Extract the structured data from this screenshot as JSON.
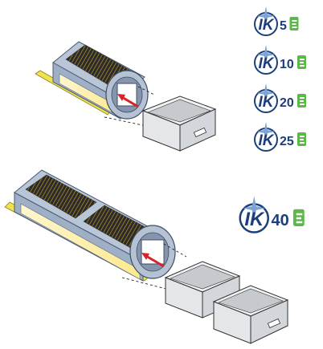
{
  "badges": [
    {
      "brand": "IK",
      "model": "5",
      "label_color": "#1c3f7a",
      "e_color": "#5cb848"
    },
    {
      "brand": "IK",
      "model": "10",
      "label_color": "#1c3f7a",
      "e_color": "#5cb848"
    },
    {
      "brand": "IK",
      "model": "20",
      "label_color": "#1c3f7a",
      "e_color": "#5cb848"
    },
    {
      "brand": "IK",
      "model": "25",
      "label_color": "#1c3f7a",
      "e_color": "#5cb848"
    },
    {
      "brand": "IK",
      "model": "40",
      "label_color": "#1c3f7a",
      "e_color": "#5cb848"
    }
  ],
  "colors": {
    "housing": "#a9b8cc",
    "housing_dark": "#7f92ac",
    "tray": "#f2e24a",
    "arrow": "#d6222a",
    "box": "#e9eaec"
  }
}
